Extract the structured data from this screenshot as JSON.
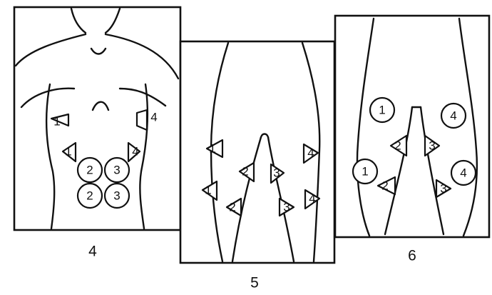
{
  "panels": [
    {
      "caption": "4",
      "sites": [
        "1",
        "1",
        "2",
        "3",
        "2",
        "3",
        "4",
        "4"
      ]
    },
    {
      "caption": "5",
      "sites": [
        "1",
        "1",
        "2",
        "2",
        "3",
        "3",
        "4",
        "4"
      ]
    },
    {
      "caption": "6",
      "sites": [
        "1",
        "1",
        "2",
        "2",
        "3",
        "3",
        "4",
        "4"
      ]
    }
  ]
}
